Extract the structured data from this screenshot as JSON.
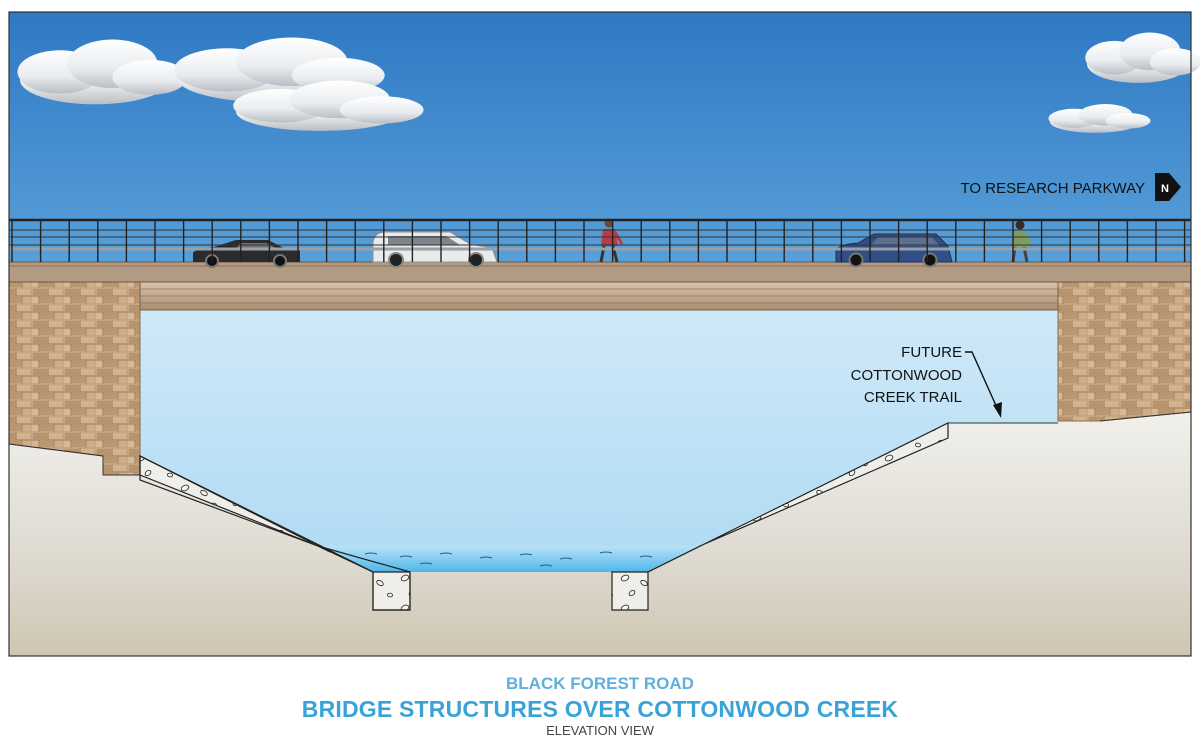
{
  "direction_label": "TO RESEARCH PARKWAY",
  "compass_letter": "N",
  "trail_label": [
    "FUTURE",
    "COTTONWOOD",
    "CREEK TRAIL"
  ],
  "caption": {
    "subtitle": "BLACK FOREST ROAD",
    "title": "BRIDGE STRUCTURES OVER COTTONWOOD CREEK",
    "view": "ELEVATION VIEW"
  },
  "icons": [
    "cloud-icon",
    "car-icon",
    "pedestrian-icon",
    "north-arrow-icon"
  ],
  "colors": {
    "sky_top": "#2f79c4",
    "sky_bottom": "#9fd2f0",
    "deck": "#b59e87",
    "stone": "#c9ab87",
    "ground": "#e6e4de",
    "water": "#6ec6ef",
    "caption": "#37a3d8"
  }
}
